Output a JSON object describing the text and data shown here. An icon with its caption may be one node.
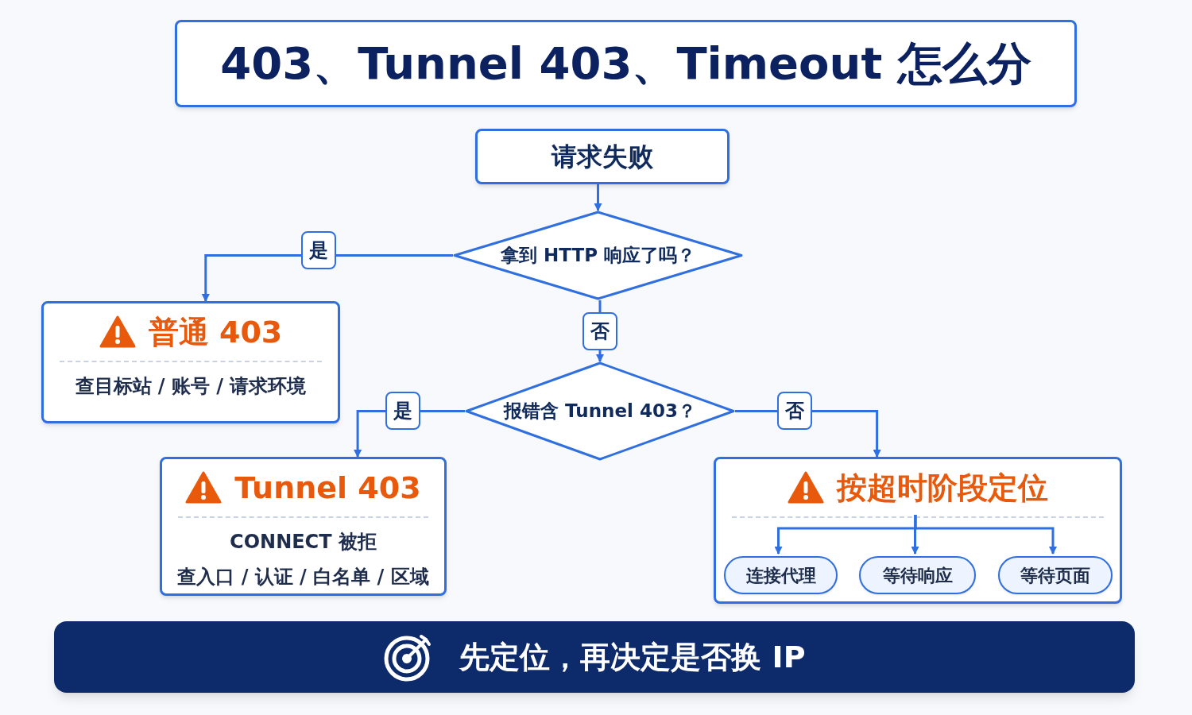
{
  "diagram": {
    "title": "403、Tunnel 403、Timeout 怎么分",
    "nodes": [
      {
        "text": [
          "请求失败"
        ]
      },
      {
        "text": [
          "拿到 HTTP 响应了吗？"
        ]
      },
      {
        "text": [
          "普通 403",
          "查目标站 / 账号 / 请求环境"
        ]
      },
      {
        "text": [
          "报错含 Tunnel 403？"
        ]
      },
      {
        "text": [
          "Tunnel 403",
          "CONNECT 被拒",
          "查入口 / 认证 / 白名单 / 区域"
        ]
      },
      {
        "text": [
          "按超时阶段定位"
        ]
      },
      {
        "text": [
          "连接代理"
        ],
        "in": 5
      },
      {
        "text": [
          "等待响应"
        ],
        "in": 5
      },
      {
        "text": [
          "等待页面"
        ],
        "in": 5
      },
      {
        "text": [
          "先定位，再决定是否换 IP"
        ]
      }
    ],
    "edges": [
      {
        "from": 0,
        "to": 1,
        "arrow": "to"
      },
      {
        "from": 1,
        "to": 2,
        "arrow": "to",
        "label": "是"
      },
      {
        "from": 1,
        "to": 3,
        "arrow": "to",
        "label": "否"
      },
      {
        "from": 3,
        "to": 4,
        "arrow": "to",
        "label": "是"
      },
      {
        "from": 3,
        "to": 5,
        "arrow": "to",
        "label": "否"
      },
      {
        "from": null,
        "to": 6,
        "arrow": "to"
      },
      {
        "from": null,
        "to": 7,
        "arrow": "to"
      },
      {
        "from": null,
        "to": 8,
        "arrow": "to"
      }
    ]
  }
}
